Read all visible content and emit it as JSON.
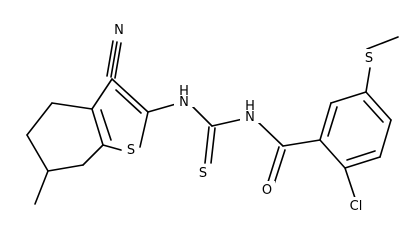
{
  "molecule": {
    "atom_labels": {
      "nitrile_n": "N",
      "thiophene_s": "S",
      "amine_nh_left": "H",
      "amine_n_left": "N",
      "amine_nh_right": "H",
      "amine_n_right": "N",
      "thione_s": "S",
      "carbonyl_o": "O",
      "methylthio_s": "S",
      "chloro": "Cl"
    },
    "colors": {
      "ink": "#000000",
      "background": "#ffffff"
    }
  }
}
